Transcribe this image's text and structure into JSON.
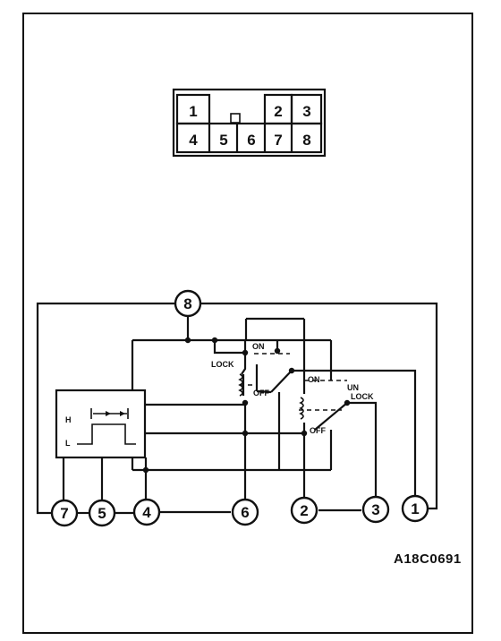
{
  "connector": {
    "pins": [
      "1",
      "2",
      "3",
      "4",
      "5",
      "6",
      "7",
      "8"
    ]
  },
  "terminals": [
    "7",
    "5",
    "4",
    "6",
    "2",
    "3",
    "1",
    "8"
  ],
  "labels": {
    "h": "H",
    "l": "L",
    "lock": "LOCK",
    "on_top": "ON",
    "off_left": "OFF",
    "on_mid": "ON",
    "unlock_un": "UN",
    "unlock_lock": "LOCK",
    "off_right": "OFF"
  },
  "figure_code": "A18C0691"
}
